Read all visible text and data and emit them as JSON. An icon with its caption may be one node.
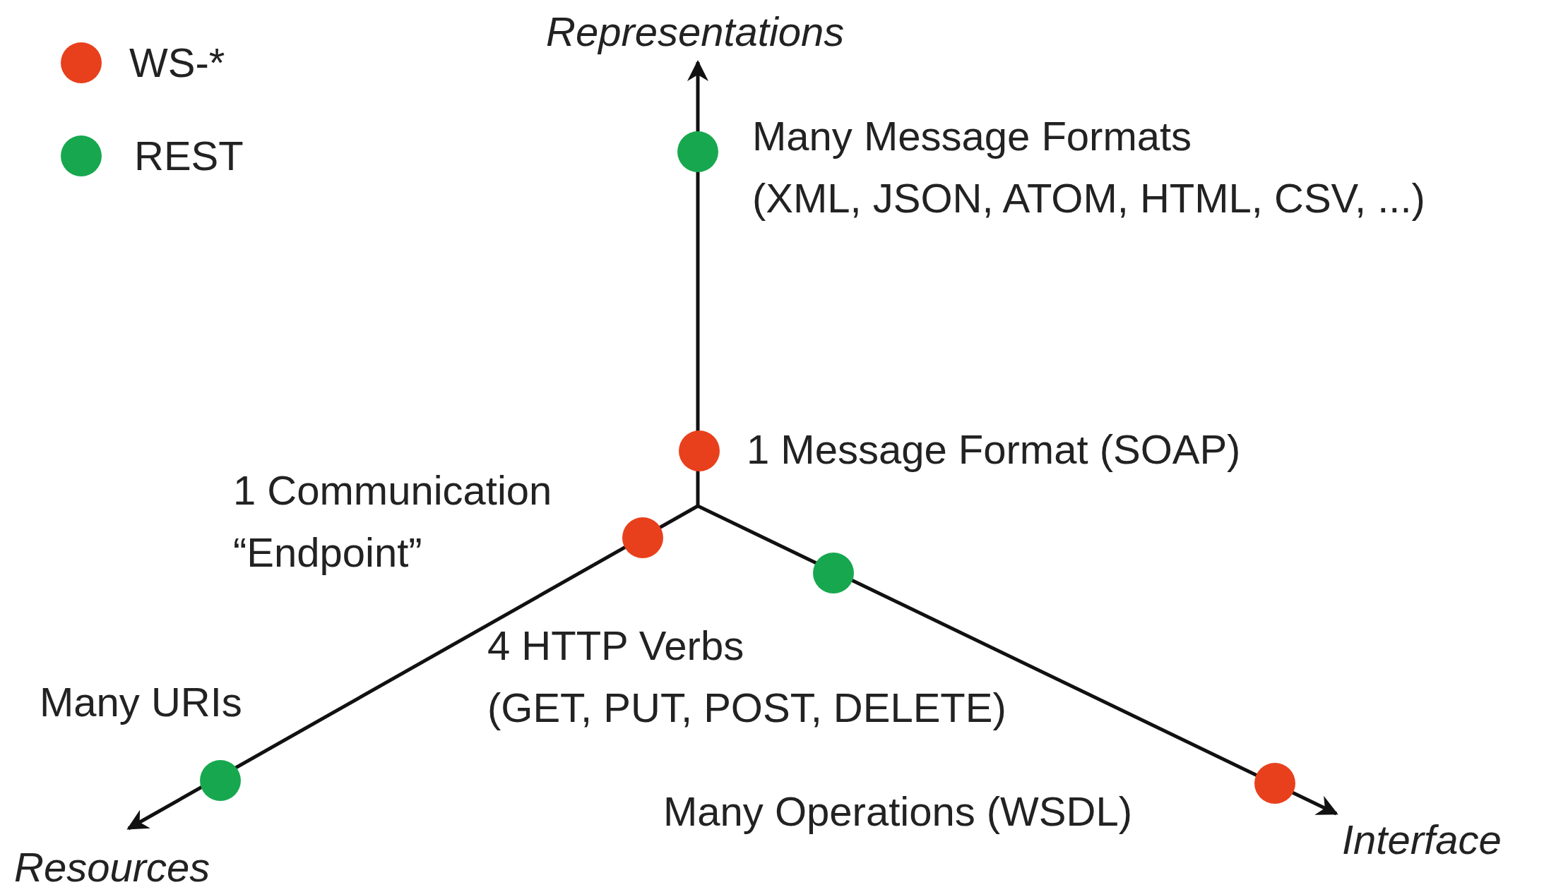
{
  "diagram": {
    "nodes": [
      {
        "text": [],
        "shape": "circle",
        "beside": [
          "Many Message Formats",
          "(XML, JSON, ATOM, HTML, CSV, ...)"
        ]
      },
      {
        "text": [],
        "shape": "circle",
        "beside": [
          "1 Message Format (SOAP)"
        ]
      },
      {
        "text": [],
        "shape": "circle",
        "beside": [
          "1 Communication",
          "“Endpoint”"
        ]
      },
      {
        "text": [],
        "shape": "circle",
        "beside": [
          "4 HTTP Verbs",
          "(GET, PUT, POST, DELETE)"
        ]
      },
      {
        "text": [],
        "shape": "circle",
        "beside": [
          "Many URIs"
        ]
      },
      {
        "text": [],
        "shape": "circle",
        "beside": [
          "Many Operations (WSDL)"
        ]
      }
    ],
    "labels": [
      "Representations",
      "Interface",
      "Resources"
    ],
    "legend": [
      {
        "text": "WS-*",
        "color": "#e8401c"
      },
      {
        "text": "REST",
        "color": "#17a84f"
      }
    ]
  }
}
